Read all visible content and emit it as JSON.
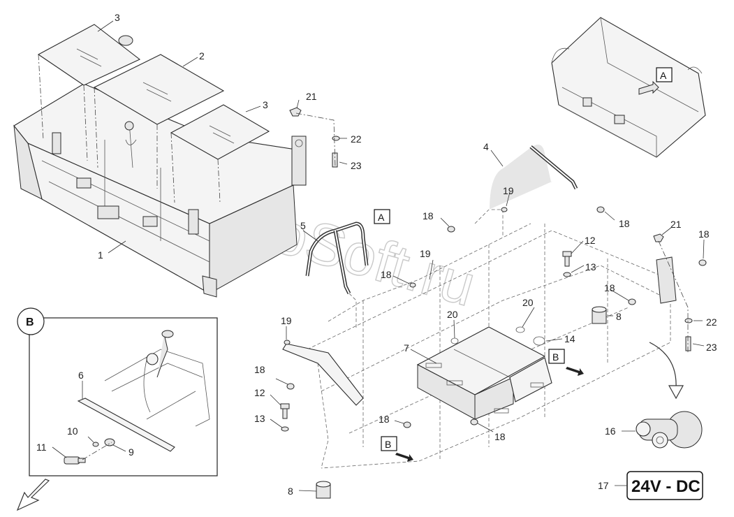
{
  "detail_b_label": "B",
  "callouts": {
    "c1": "1",
    "c2": "2",
    "c3a": "3",
    "c3b": "3",
    "c4": "4",
    "c5": "5",
    "c6": "6",
    "c7": "7",
    "c8a": "8",
    "c8b": "8",
    "c9": "9",
    "c10": "10",
    "c11": "11",
    "c12a": "12",
    "c12b": "12",
    "c13a": "13",
    "c13b": "13",
    "c14": "14",
    "c16": "16",
    "c17": "17",
    "c18a": "18",
    "c18b": "18",
    "c18c": "18",
    "c18d": "18",
    "c18e": "18",
    "c18f": "18",
    "c18g": "18",
    "c19a": "19",
    "c19b": "19",
    "c19c": "19",
    "c20a": "20",
    "c20b": "20",
    "c21a": "21",
    "c21b": "21",
    "c22a": "22",
    "c22b": "22",
    "c23a": "23",
    "c23b": "23"
  },
  "view_markers": {
    "a_top": "A",
    "a_mid": "A",
    "b_mid": "B",
    "b_low": "B"
  },
  "voltage_label": "24V - DC",
  "watermark": "AutoSoft.ru"
}
